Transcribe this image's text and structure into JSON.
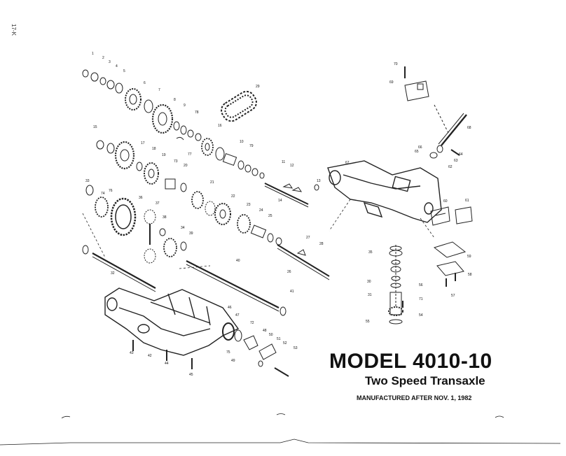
{
  "page_tag": "17-K",
  "title": "MODEL 4010-10",
  "subtitle": "Two Speed Transaxle",
  "note": "MANUFACTURED AFTER NOV. 1, 1982",
  "part_labels": [
    "1",
    "2",
    "3",
    "4",
    "5",
    "6",
    "7",
    "8",
    "9",
    "10",
    "11",
    "12",
    "13",
    "14",
    "15",
    "16",
    "17",
    "18",
    "19",
    "20",
    "21",
    "22",
    "23",
    "24",
    "25",
    "26",
    "27",
    "28",
    "29",
    "30",
    "31",
    "32",
    "33",
    "34",
    "35",
    "36",
    "37",
    "38",
    "39",
    "40",
    "41",
    "42",
    "43",
    "44",
    "45",
    "46",
    "47",
    "48",
    "49",
    "50",
    "51",
    "52",
    "53",
    "54",
    "55",
    "56",
    "57",
    "58",
    "59",
    "60",
    "61",
    "62",
    "63",
    "64",
    "65",
    "66",
    "67",
    "68",
    "69",
    "70",
    "71",
    "72",
    "73",
    "74",
    "75",
    "76",
    "77",
    "78",
    "79"
  ]
}
